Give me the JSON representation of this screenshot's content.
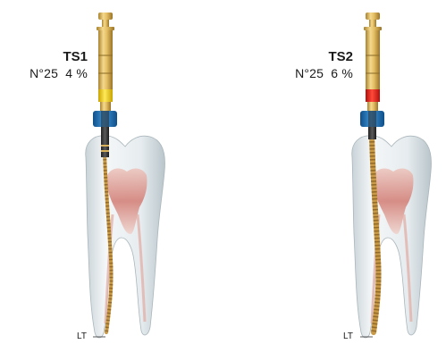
{
  "instruments": [
    {
      "name": "TS1",
      "size": "N°25",
      "taper": "4 %",
      "ring_color": "#f2d21a",
      "lt_label": "LT"
    },
    {
      "name": "TS2",
      "size": "N°25",
      "taper": "6 %",
      "ring_color": "#e8231b",
      "lt_label": "LT"
    }
  ],
  "colors": {
    "handle_gold": "#d8b25a",
    "stopper_blue": "#1e6fb4",
    "file_gold": "#caa055",
    "tooth_enamel": "#eef3f5",
    "pulp": "#d98a82"
  }
}
